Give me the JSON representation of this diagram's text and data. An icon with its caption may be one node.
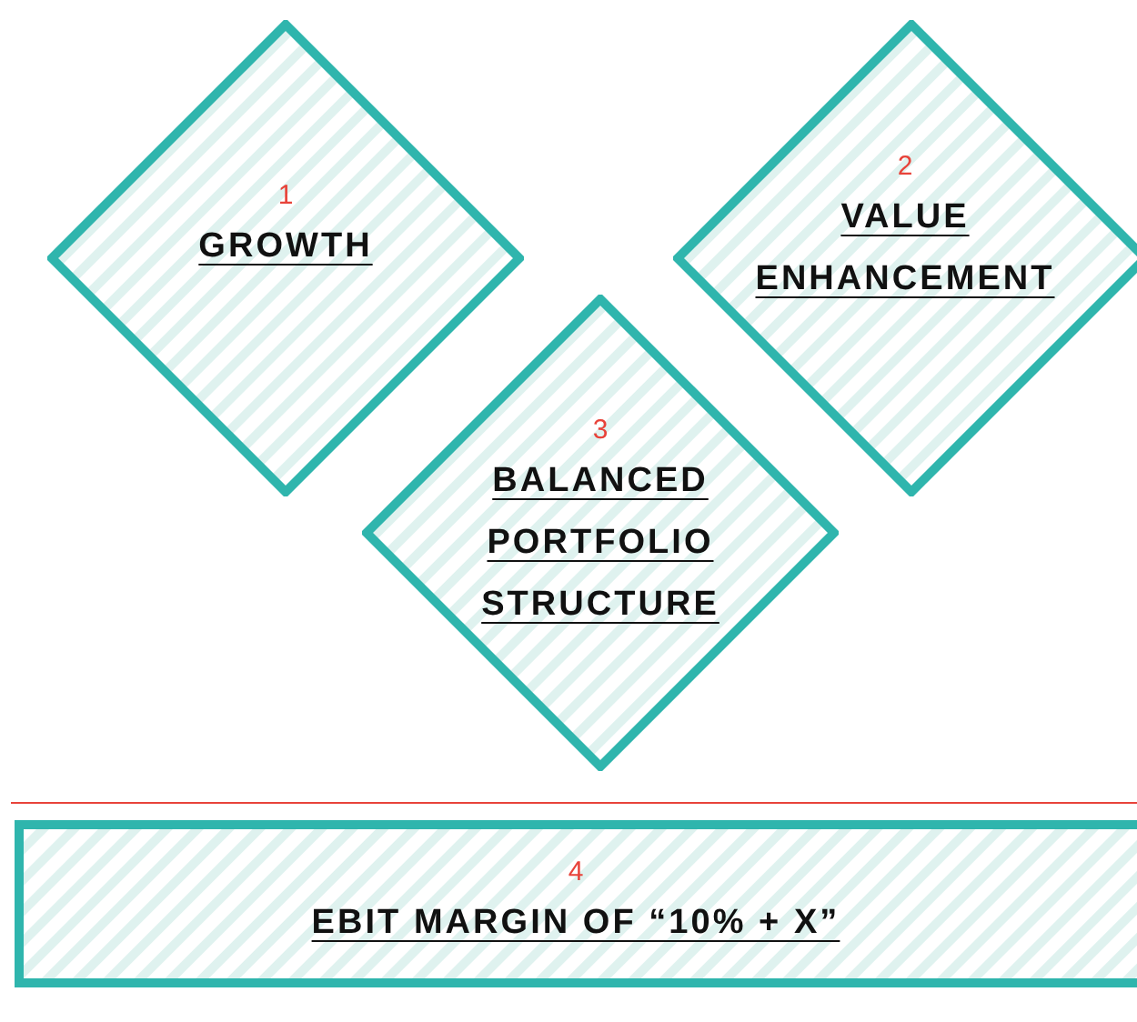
{
  "diagram": {
    "nodes": [
      {
        "text": [
          "1",
          "GROWTH"
        ]
      },
      {
        "text": [
          "2",
          "VALUE ENHANCEMENT"
        ]
      },
      {
        "text": [
          "3",
          "BALANCED PORTFOLIO STRUCTURE"
        ]
      },
      {
        "text": [
          "4",
          "EBIT MARGIN OF “10% + X”"
        ]
      }
    ]
  }
}
